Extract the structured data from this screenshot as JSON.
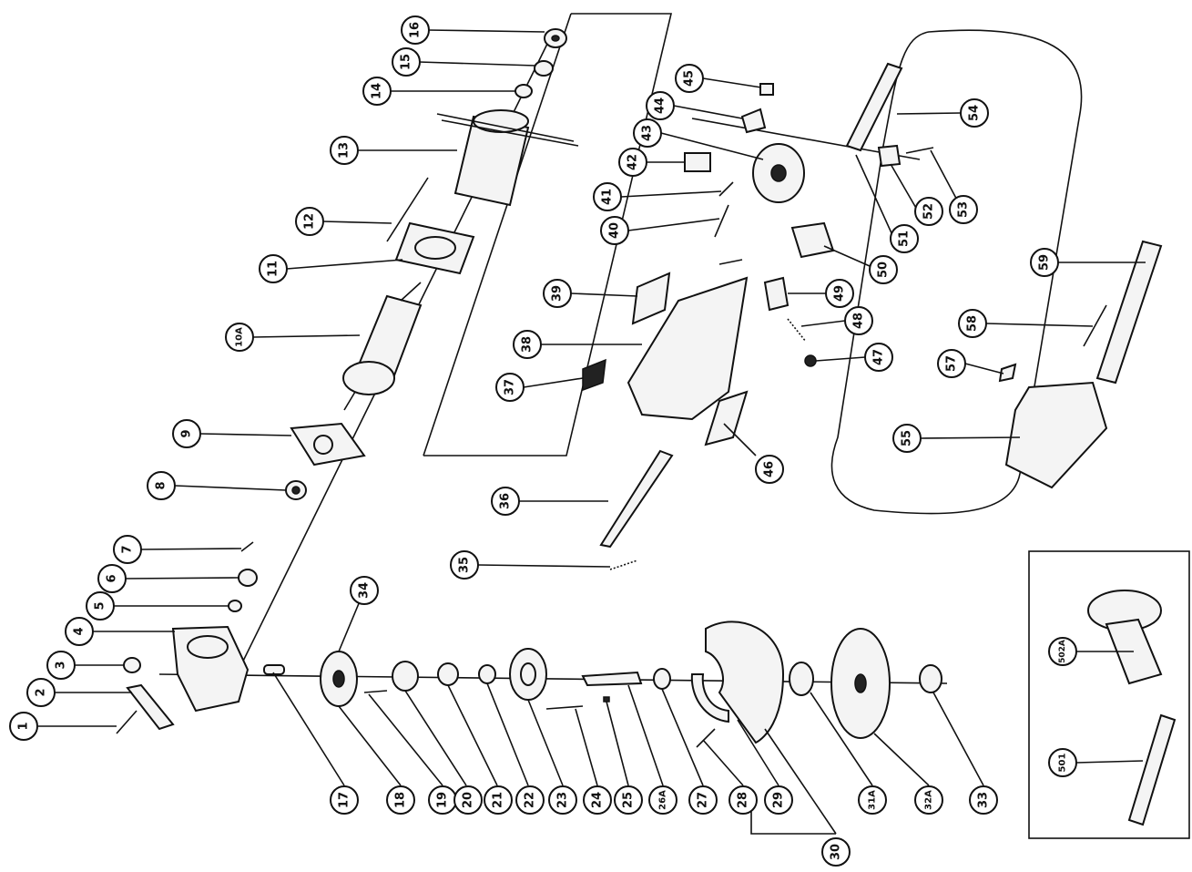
{
  "labels": {
    "p1": "1",
    "p2": "2",
    "p3": "3",
    "p4": "4",
    "p5": "5",
    "p6": "6",
    "p7": "7",
    "p8": "8",
    "p9": "9",
    "p10a": "10A",
    "p11": "11",
    "p12": "12",
    "p13": "13",
    "p14": "14",
    "p15": "15",
    "p16": "16",
    "p17": "17",
    "p18": "18",
    "p19": "19",
    "p20": "20",
    "p21": "21",
    "p22": "22",
    "p23": "23",
    "p24": "24",
    "p25": "25",
    "p26a": "26A",
    "p27": "27",
    "p28": "28",
    "p29": "29",
    "p30": "30",
    "p31a": "31A",
    "p32a": "32A",
    "p33": "33",
    "p34": "34",
    "p35": "35",
    "p36": "36",
    "p37": "37",
    "p38": "38",
    "p39": "39",
    "p40": "40",
    "p41": "41",
    "p42": "42",
    "p43": "43",
    "p44": "44",
    "p45": "45",
    "p46": "46",
    "p47": "47",
    "p48": "48",
    "p49": "49",
    "p50": "50",
    "p51": "51",
    "p52": "52",
    "p53": "53",
    "p54": "54",
    "p55": "55",
    "p57": "57",
    "p58": "58",
    "p59": "59",
    "p501": "501",
    "p502a": "502A"
  }
}
